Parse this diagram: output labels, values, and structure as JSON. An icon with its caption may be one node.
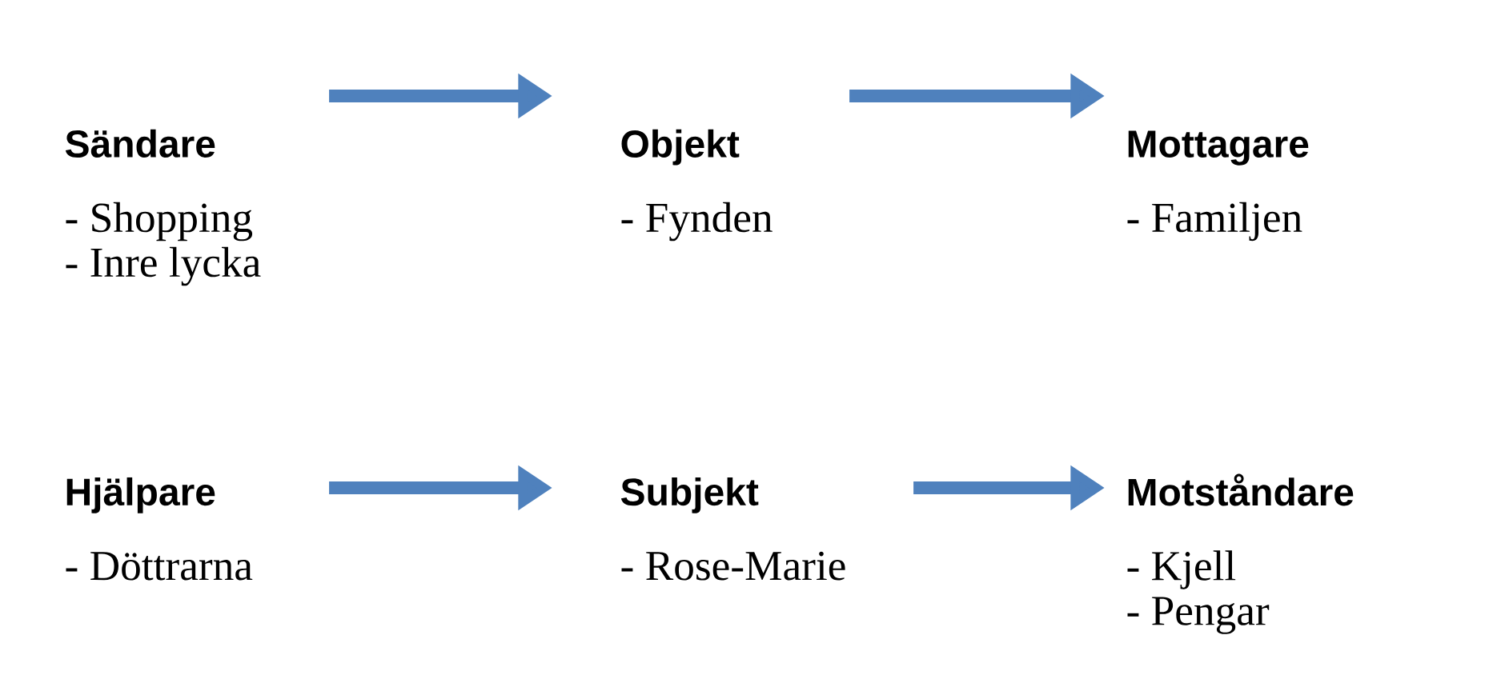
{
  "diagram": {
    "nodes": [
      {
        "text": [
          "Sändare",
          "- Shopping",
          "- Inre lycka"
        ]
      },
      {
        "text": [
          "Objekt",
          "- Fynden"
        ]
      },
      {
        "text": [
          "Mottagare",
          "- Familjen"
        ]
      },
      {
        "text": [
          "Hjälpare",
          "- Döttrarna"
        ]
      },
      {
        "text": [
          "Subjekt",
          "- Rose-Marie"
        ]
      },
      {
        "text": [
          "Motståndare",
          "- Kjell",
          "- Pengar"
        ]
      }
    ],
    "edges": [
      {
        "from": 0,
        "to": 1,
        "arrow": "to"
      },
      {
        "from": 1,
        "to": 2,
        "arrow": "to"
      },
      {
        "from": 3,
        "to": 4,
        "arrow": "to"
      },
      {
        "from": 4,
        "to": 5,
        "arrow": "to"
      }
    ]
  }
}
